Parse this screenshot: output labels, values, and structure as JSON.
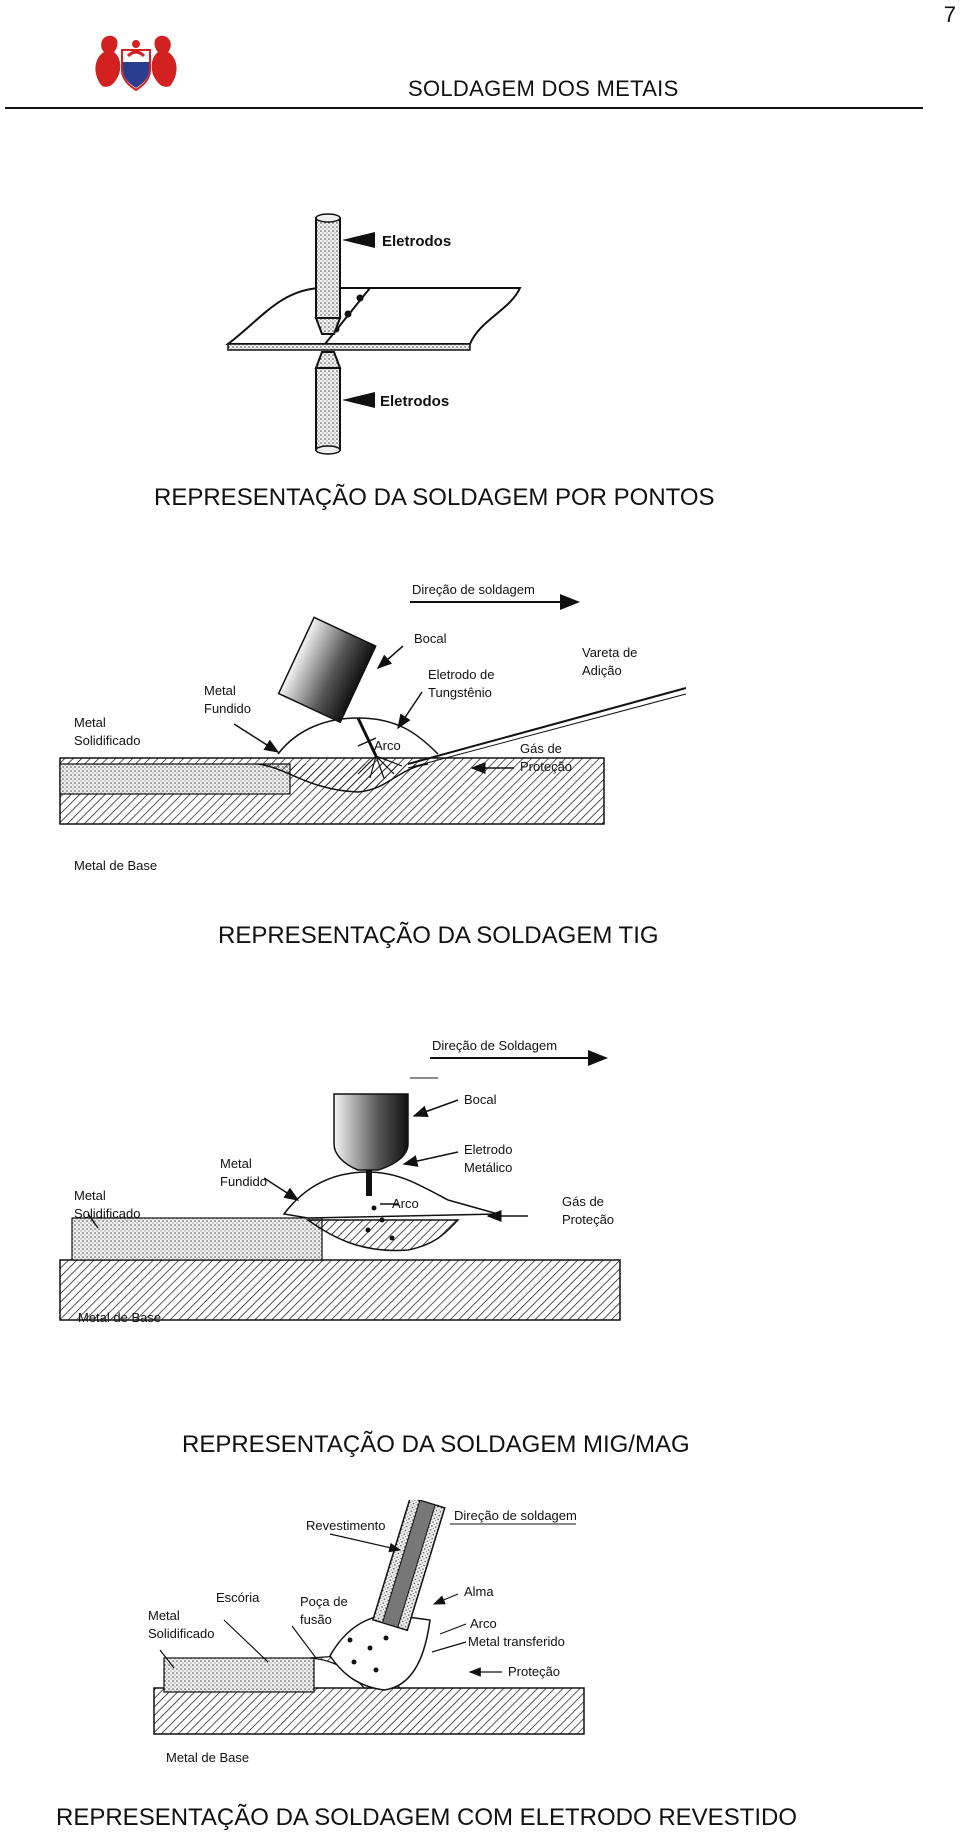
{
  "page_number": "7",
  "header": {
    "title": "SOLDAGEM DOS METAIS"
  },
  "fig1": {
    "caption": "REPRESENTAÇÃO DA SOLDAGEM POR PONTOS",
    "labels": {
      "eletrodos_top": "Eletrodos",
      "eletrodos_bottom": "Eletrodos"
    }
  },
  "fig2": {
    "caption": "REPRESENTAÇÃO DA SOLDAGEM TIG",
    "labels": {
      "direcao": "Direção de soldagem",
      "bocal": "Bocal",
      "vareta1": "Vareta de",
      "vareta2": "Adição",
      "metal_fundido1": "Metal",
      "metal_fundido2": "Fundido",
      "eletrodo1": "Eletrodo de",
      "eletrodo2": "Tungstênio",
      "metal_solid1": "Metal",
      "metal_solid2": "Solidificado",
      "arco": "Arco",
      "gas1": "Gás de",
      "gas2": "Proteção",
      "metal_base": "Metal de Base"
    }
  },
  "fig3": {
    "caption": "REPRESENTAÇÃO DA SOLDAGEM MIG/MAG",
    "labels": {
      "direcao": "Direção de Soldagem",
      "bocal": "Bocal",
      "metal_fundido1": "Metal",
      "metal_fundido2": "Fundido",
      "eletrodo1": "Eletrodo",
      "eletrodo2": "Metálico",
      "metal_solid1": "Metal",
      "metal_solid2": "Solidificado",
      "arco": "Arco",
      "gas1": "Gás de",
      "gas2": "Proteção",
      "metal_base": "Metal de Base"
    }
  },
  "fig4": {
    "caption": "REPRESENTAÇÃO DA SOLDAGEM COM ELETRODO REVESTIDO",
    "labels": {
      "revestimento": "Revestimento",
      "direcao": "Direção de soldagem",
      "escoria": "Escória",
      "metal_solid1": "Metal",
      "metal_solid2": "Solidificado",
      "poca1": "Poça de",
      "poca2": "fusão",
      "alma": "Alma",
      "arco": "Arco",
      "metal_transferido": "Metal transferido",
      "protecao": "Proteção",
      "metal_base": "Metal de Base"
    }
  }
}
